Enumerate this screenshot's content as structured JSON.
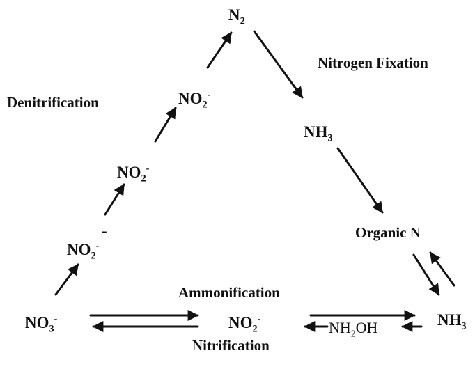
{
  "diagram": {
    "species": {
      "n2": {
        "base": "N",
        "sub": "2",
        "sup": ""
      },
      "nh3_top": {
        "base": "NH",
        "sub": "3",
        "sup": ""
      },
      "organic_n": {
        "text": "Organic N"
      },
      "nh3_right": {
        "base": "NH",
        "sub": "3",
        "sup": ""
      },
      "nh2oh": {
        "base": "NH",
        "sub": "2",
        "tail": "OH"
      },
      "no2_bottom": {
        "base": "NO",
        "sub": "2",
        "sup": "-"
      },
      "no3": {
        "base": "NO",
        "sub": "3",
        "sup": "-"
      },
      "no2_left_low": {
        "base": "NO",
        "sub": "2",
        "sup": "-"
      },
      "no2_left_mid": {
        "base": "NO",
        "sub": "2",
        "sup": "-"
      },
      "no2_left_high": {
        "base": "NO",
        "sub": "2",
        "sup": "-"
      }
    },
    "stray_mark": "-",
    "processes": {
      "nitrogen_fixation": "Nitrogen Fixation",
      "denitrification": "Denitrification",
      "ammonification": "Ammonification",
      "nitrification": "Nitrification"
    },
    "colors": {
      "ink": "#111111",
      "background": "#ffffff"
    }
  }
}
